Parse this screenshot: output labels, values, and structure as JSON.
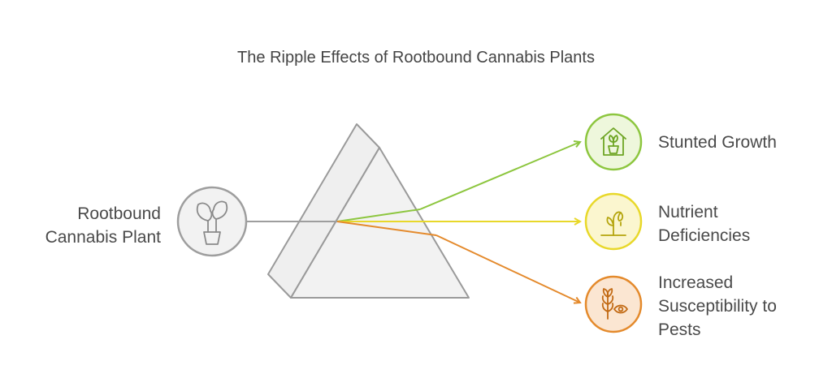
{
  "title": "The Ripple Effects of Rootbound Cannabis Plants",
  "source": {
    "lines": [
      "Rootbound",
      "Cannabis Plant"
    ],
    "icon": "potted-plant-icon",
    "color": "#9e9e9e"
  },
  "outcomes": [
    {
      "lines": [
        "Stunted Growth"
      ],
      "icon": "greenhouse-plant-icon",
      "color": "#8dc63f",
      "fill": "#eef7dc"
    },
    {
      "lines": [
        "Nutrient",
        "Deficiencies"
      ],
      "icon": "wilting-plant-icon",
      "color": "#e8d82a",
      "fill": "#fbf6cf"
    },
    {
      "lines": [
        "Increased",
        "Susceptibility to",
        "Pests"
      ],
      "icon": "wheat-eye-icon",
      "color": "#e48a2c",
      "fill": "#fbe6d2"
    }
  ]
}
